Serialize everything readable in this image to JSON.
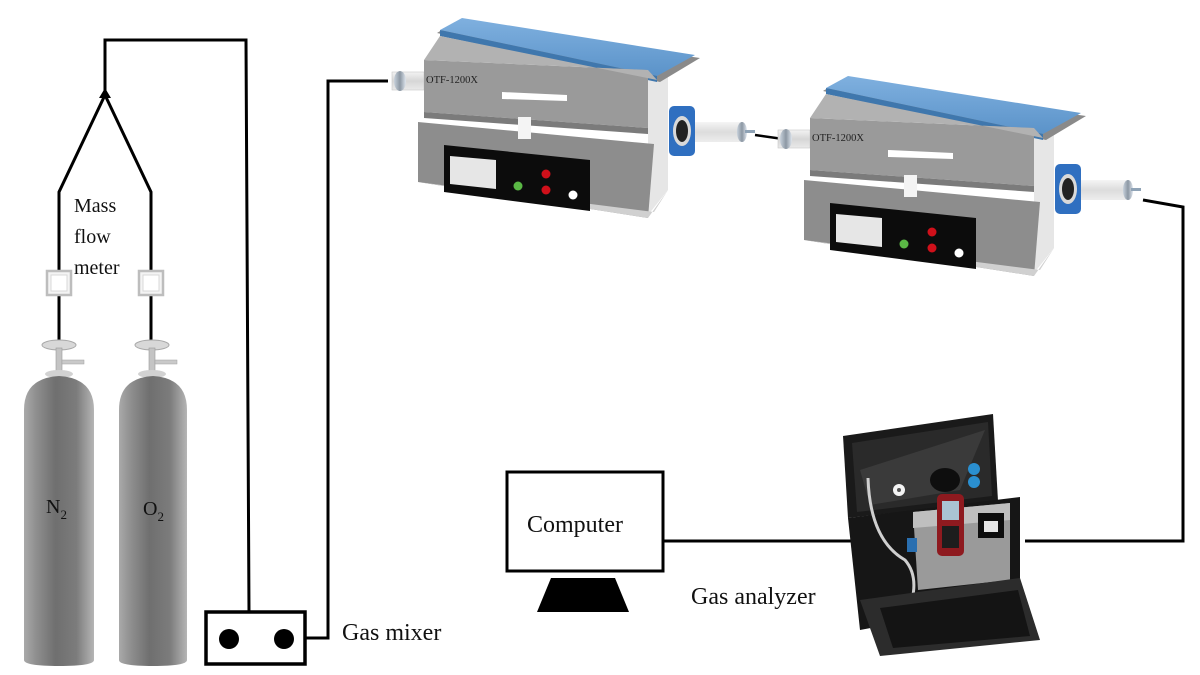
{
  "diagram": {
    "type": "experimental-setup",
    "components": {
      "cylinder_n2": {
        "label_main": "N",
        "label_sub": "2",
        "color": "#8a8a8a"
      },
      "cylinder_o2": {
        "label_main": "O",
        "label_sub": "2",
        "color": "#8a8a8a"
      },
      "mass_flow_meter": {
        "label_lines": [
          "Mass",
          "flow",
          "meter"
        ]
      },
      "gas_mixer": {
        "label": "Gas mixer"
      },
      "furnace_1": {
        "model": "OTF-1200X",
        "top_color": "#6fa3d6",
        "flange_color": "#2f6fc0"
      },
      "furnace_2": {
        "model": "OTF-1200X",
        "top_color": "#6fa3d6",
        "flange_color": "#2f6fc0"
      },
      "computer": {
        "label": "Computer"
      },
      "gas_analyzer": {
        "label": "Gas analyzer"
      }
    },
    "indicator_colors": {
      "green": "#5ab845",
      "red": "#d0101a",
      "white": "#ffffff"
    },
    "connections": [
      {
        "from": "cylinder_n2",
        "to": "mass_flow_meter"
      },
      {
        "from": "cylinder_o2",
        "to": "mass_flow_meter"
      },
      {
        "from": "mass_flow_meter",
        "to": "gas_mixer"
      },
      {
        "from": "gas_mixer",
        "to": "furnace_1"
      },
      {
        "from": "furnace_1",
        "to": "furnace_2"
      },
      {
        "from": "furnace_2",
        "to": "gas_analyzer"
      },
      {
        "from": "gas_analyzer",
        "to": "computer"
      }
    ]
  }
}
